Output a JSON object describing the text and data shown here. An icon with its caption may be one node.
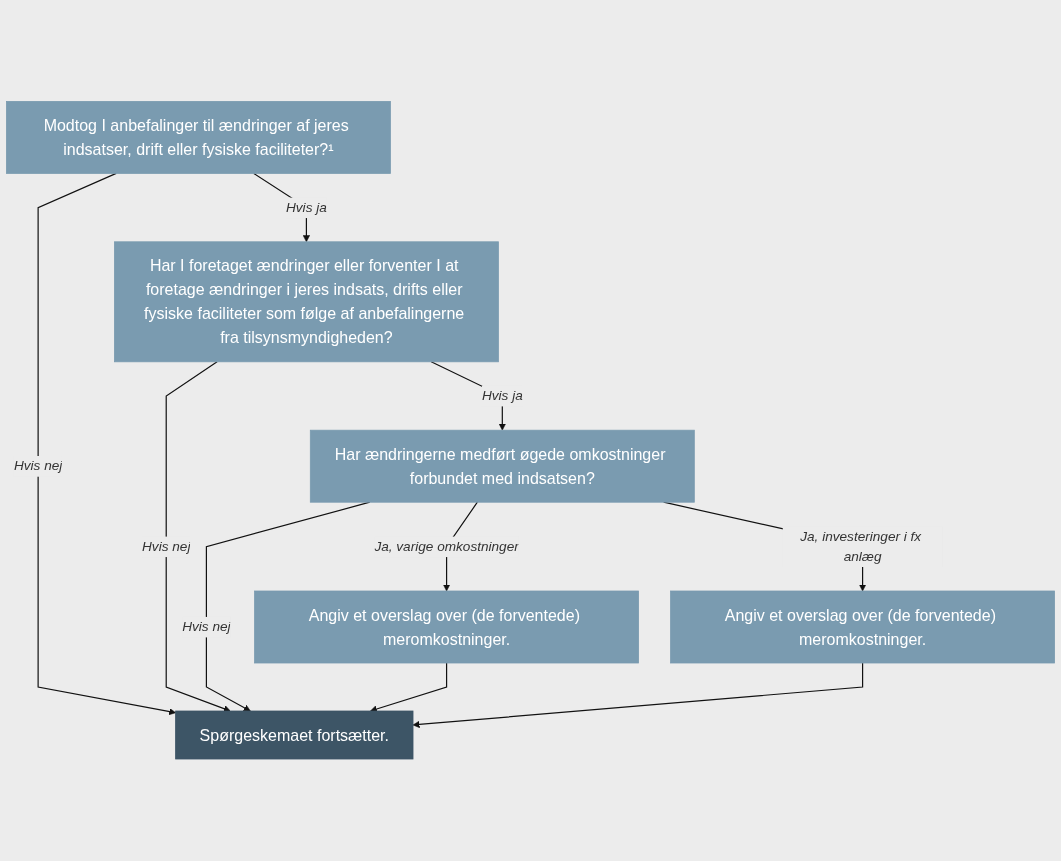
{
  "diagram": {
    "nodes": [
      {
        "text": [
          "Modtog I anbefalinger til ændringer af jeres indsatser, drift eller fysiske faciliteter?¹"
        ]
      },
      {
        "text": [
          "Har I foretaget ændringer eller forventer I at foretage ændringer i jeres indsats, drifts eller fysiske faciliteter som følge af anbefalingerne fra tilsynsmyndigheden?"
        ]
      },
      {
        "text": [
          "Har ændringerne medført øgede omkostninger forbundet med indsatsen?"
        ]
      },
      {
        "text": [
          "Angiv et overslag over (de forventede) meromkostninger."
        ]
      },
      {
        "text": [
          "Angiv et overslag over (de forventede) meromkostninger."
        ]
      },
      {
        "text": [
          "Spørgeskemaet fortsætter."
        ]
      }
    ],
    "edges": [
      {
        "from": 0,
        "to": 5,
        "arrow": "to",
        "label": "Hvis nej"
      },
      {
        "from": 0,
        "to": 1,
        "arrow": "to",
        "label": "Hvis ja"
      },
      {
        "from": 1,
        "to": 5,
        "arrow": "to",
        "label": "Hvis nej"
      },
      {
        "from": 1,
        "to": 2,
        "arrow": "to",
        "label": "Hvis ja"
      },
      {
        "from": 2,
        "to": 5,
        "arrow": "to",
        "label": "Hvis nej"
      },
      {
        "from": 2,
        "to": 3,
        "arrow": "to",
        "label": "Ja, varige omkostninger"
      },
      {
        "from": 2,
        "to": 4,
        "arrow": "to",
        "label": "Ja, investeringer i fx anlæg"
      },
      {
        "from": 3,
        "to": 5,
        "arrow": "to"
      },
      {
        "from": 4,
        "to": 5,
        "arrow": "to"
      }
    ]
  }
}
